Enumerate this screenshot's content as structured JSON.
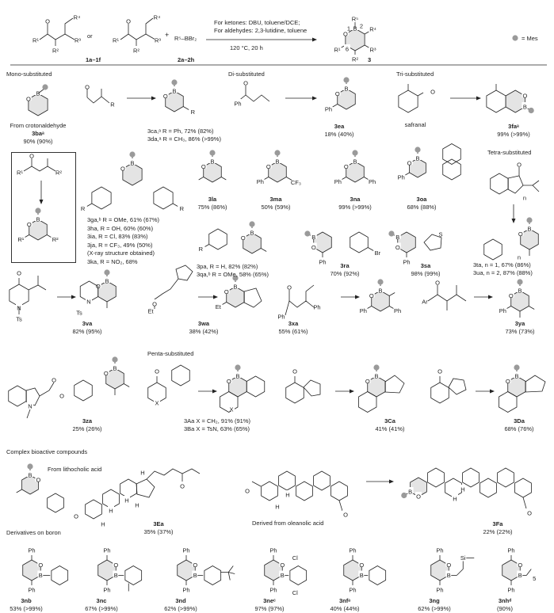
{
  "header": {
    "sm1_label": "1a–1f",
    "or": "or",
    "plus": "+",
    "reagent": "R⁵–BBr₂",
    "reagent_label": "2a–2h",
    "cond_ketones": "For ketones: DBU, toluene/DCE;",
    "cond_aldehydes": "For aldehydes: 2,3-lutidine, toluene",
    "cond_temp": "120 °C, 20 h",
    "product_label": "3",
    "legend": "= Mes"
  },
  "sections": {
    "mono": "Mono-substituted",
    "di": "Di-substituted",
    "tri": "Tri-substituted",
    "tetra": "Tetra-substituted",
    "penta": "Penta-substituted",
    "complex": "Complex bioactive compounds",
    "boron": "Derivatives on boron"
  },
  "notes": {
    "crotonaldehyde": "From crotonaldehyde",
    "safranal": "safranal",
    "lithocholic": "From lithocholic acid",
    "oleanolic": "Derived from oleanolic acid"
  },
  "captions": {
    "3ba": [
      "3baᵃ",
      "90% (90%)"
    ],
    "3ca": [
      "3ca,ᵃ R = Ph, 72% (82%)",
      "3da,ᵃ R = CH₃, 86% (>99%)"
    ],
    "3ea": [
      "3ea",
      "18% (40%)"
    ],
    "3fa": [
      "3faᵃ",
      "99% (>99%)"
    ],
    "3ga": [
      "3ga,ᵇ R = OMe, 61% (67%)",
      "3ha, R = OH, 60% (60%)",
      "3ia, R = Cl, 83% (83%)",
      "3ja, R = CF₃, 49% (50%)",
      "(X-ray structure obtained)",
      "3ka, R = NO₂, 68%"
    ],
    "3la": [
      "3la",
      "75% (86%)"
    ],
    "3ma": [
      "3ma",
      "50% (59%)"
    ],
    "3na": [
      "3na",
      "99% (>99%)"
    ],
    "3oa": [
      "3oa",
      "68% (88%)"
    ],
    "3pa": [
      "3pa, R = H, 82% (82%)",
      "3qa,ᵇ R = OMe, 58% (65%)"
    ],
    "3ra": [
      "3ra",
      "70% (92%)"
    ],
    "3sa": [
      "3sa",
      "98% (99%)"
    ],
    "3ta": [
      "3ta, n = 1, 67% (86%)",
      "3ua, n = 2, 87% (88%)"
    ],
    "3va": [
      "3va",
      "82% (95%)"
    ],
    "3wa": [
      "3wa",
      "38% (42%)"
    ],
    "3xa": [
      "3xa",
      "55% (61%)"
    ],
    "3ya": [
      "3ya",
      "73% (73%)"
    ],
    "3za": [
      "3za",
      "25% (26%)"
    ],
    "3Aa": [
      "3Aa X = CH₂, 91% (91%)",
      "3Ba X = TsN, 63% (65%)"
    ],
    "3Ca": [
      "3Ca",
      "41% (41%)"
    ],
    "3Da": [
      "3Da",
      "68% (76%)"
    ],
    "3Ea": [
      "3Ea",
      "35% (37%)"
    ],
    "3Fa": [
      "3Fa",
      "22% (22%)"
    ],
    "3nb": [
      "3nb",
      "53% (>99%)"
    ],
    "3nc": [
      "3nc",
      "67% (>99%)"
    ],
    "3nd": [
      "3nd",
      "62% (>99%)"
    ],
    "3ne": [
      "3neᶜ",
      "97% (97%)"
    ],
    "3nf": [
      "3nfᵃ",
      "40% (44%)"
    ],
    "3ng": [
      "3ng",
      "62% (>99%)"
    ],
    "3nh": [
      "3nhᵈ",
      "(90%)"
    ]
  },
  "atoms": {
    "O": "O",
    "B": "B",
    "Ph": "Ph",
    "R": "R",
    "R1": "R¹",
    "R2": "R²",
    "R3": "R³",
    "R4": "R⁴",
    "R5": "R⁵",
    "N": "N",
    "Ts": "Ts",
    "Et": "Et",
    "Ar": "Ar",
    "X": "X",
    "S": "S",
    "CF3": "CF₃",
    "Br": "Br",
    "Cl": "Cl",
    "Si": "Si",
    "H": "H",
    "n": "n",
    "five": "5",
    "one": "1",
    "two": "2",
    "six": "6"
  },
  "colors": {
    "ring_fill": "#e4e4e4",
    "mes_dot": "#9a9a9a",
    "ink": "#222222"
  }
}
